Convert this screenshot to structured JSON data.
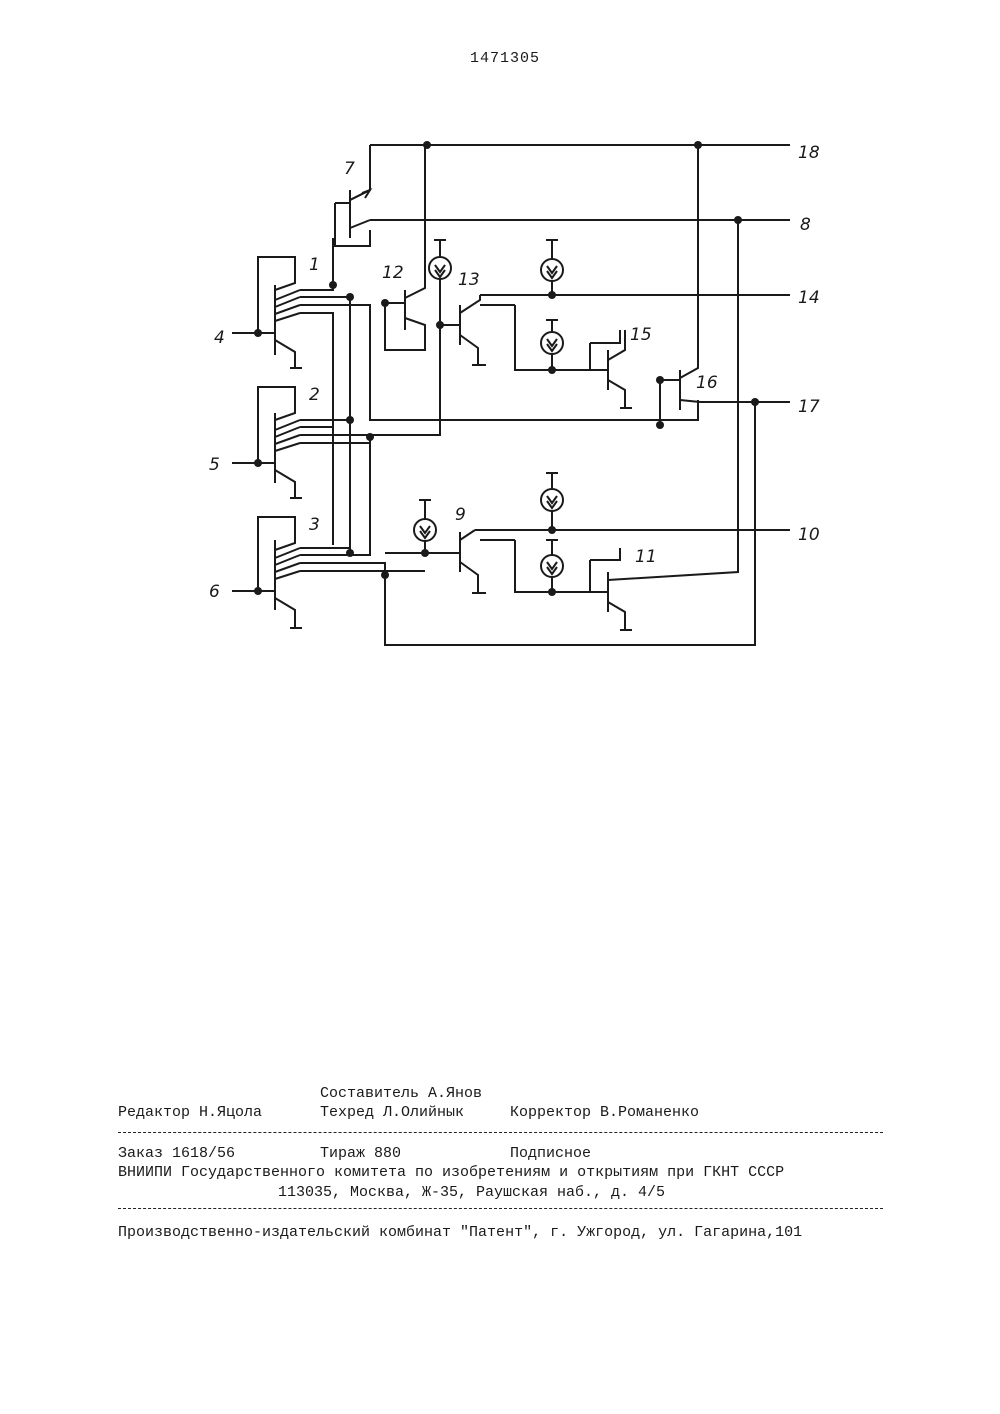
{
  "document": {
    "page_number": "1471305"
  },
  "figure": {
    "labels": {
      "t1": "1",
      "t2": "2",
      "t3": "3",
      "t7": "7",
      "t9": "9",
      "t11": "11",
      "t12": "12",
      "t13": "13",
      "t15": "15",
      "t16": "16",
      "in4": "4",
      "in5": "5",
      "in6": "6",
      "out8": "8",
      "out10": "10",
      "out14": "14",
      "out17": "17",
      "out18": "18"
    }
  },
  "imprint": {
    "compiler": "Составитель А.Янов",
    "editor": "Редактор Н.Яцола",
    "techred": "Техред Л.Олийнык",
    "corrector": "Корректор В.Романенко",
    "order": "Заказ 1618/56",
    "circulation": "Тираж 880",
    "subscription": "Подписное",
    "organization": "ВНИИПИ Государственного комитета по изобретениям и открытиям при ГКНТ СССР",
    "address": "113035, Москва, Ж-35, Раушская наб., д. 4/5",
    "printer": "Производственно-издательский комбинат \"Патент\", г. Ужгород, ул. Гагарина,101"
  }
}
